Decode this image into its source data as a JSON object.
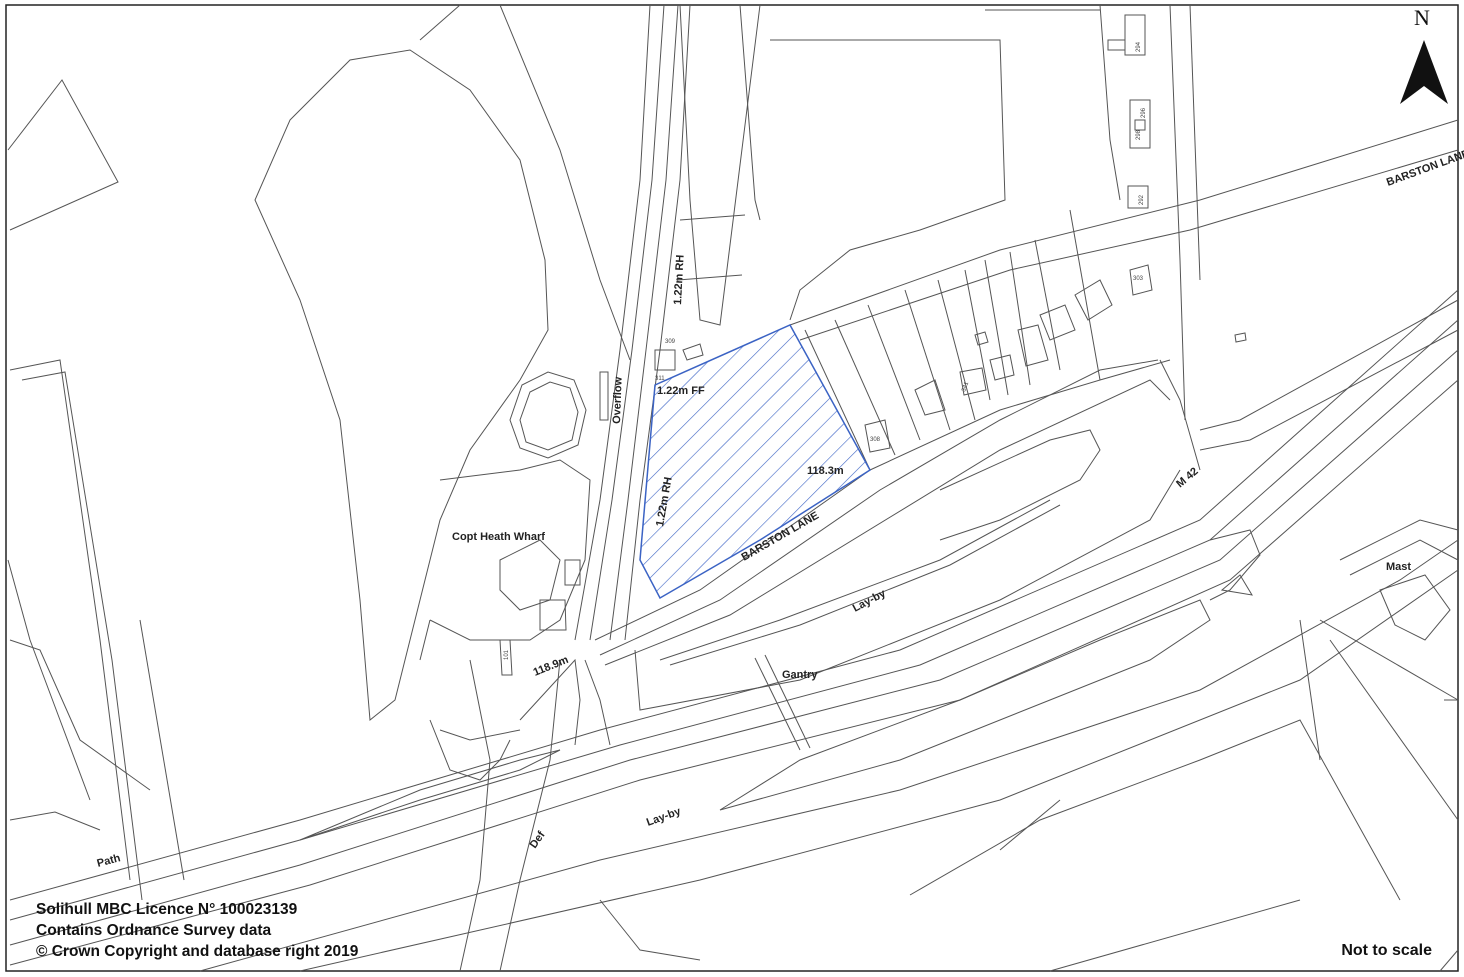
{
  "map": {
    "labels": {
      "north": "N",
      "barston_lane_ne": "BARSTON LANE",
      "barston_lane": "BARSTON LANE",
      "rh_top": "1.22m RH",
      "rh_site": "1.22m RH",
      "ff": "1.22m FF",
      "overflow": "Overflow",
      "spot_118_3": "118.3m",
      "spot_118_9": "118.9m",
      "copt_heath_wharf": "Copt Heath Wharf",
      "m42": "M 42",
      "mast": "Mast",
      "layby_1": "Lay-by",
      "layby_2": "Lay-by",
      "gantry": "Gantry",
      "path": "Path",
      "def": "Def",
      "no_309": "309",
      "no_311": "311",
      "no_308": "308",
      "no_341": "341",
      "no_303": "303",
      "no_294": "294",
      "no_296": "296",
      "no_298": "298",
      "no_292": "292",
      "no_101": "101"
    },
    "colors": {
      "site_hatch": "#3b63c4",
      "linework": "#555555"
    }
  },
  "footer": {
    "licence": "Solihull MBC Licence N° 100023139",
    "os_data": "Contains Ordnance Survey data",
    "copyright": "© Crown Copyright and database right 2019",
    "scale": "Not to scale"
  }
}
